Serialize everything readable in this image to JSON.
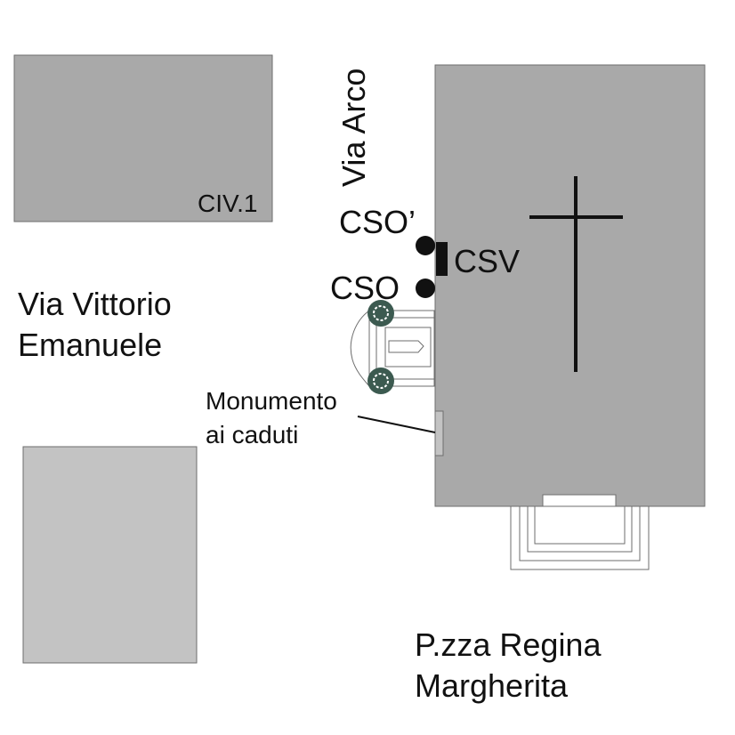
{
  "labels": {
    "via_arco": "Via Arco",
    "civ1": "CIV.1",
    "via_vittorio_line1": "Via Vittorio",
    "via_vittorio_line2": "Emanuele",
    "cso_prime": "CSO’",
    "csv": "CSV",
    "cso": "CSO",
    "monumento_line1": "Monumento",
    "monumento_line2": "ai caduti",
    "piazza_line1": "P.zza Regina",
    "piazza_line2": "Margherita"
  },
  "colors": {
    "building_dark": "#a9a9a9",
    "building_light": "#c3c3c3",
    "outline": "#6e6e6e",
    "marker": "#111111",
    "wreath": "#3c5a50"
  }
}
